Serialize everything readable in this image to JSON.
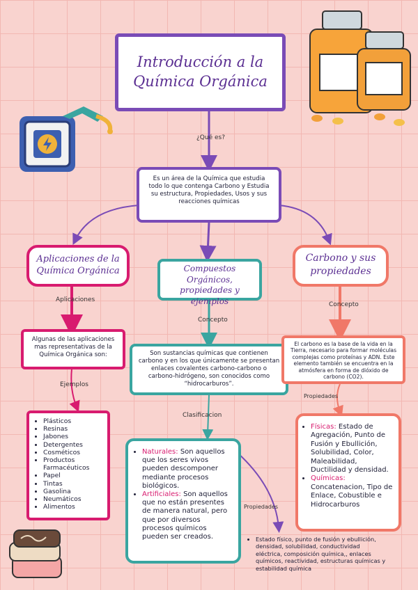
{
  "title": {
    "line1": "Introducción a la",
    "line2": "Química Orgánica"
  },
  "question": "¿Qué es?",
  "definition": "Es un área de la Química que estudia todo lo que contenga Carbono y Estudia su estructura, Propiedades, Usos y sus reacciones químicas",
  "branches": {
    "left": {
      "title": "Aplicaciones de la Química Orgánica",
      "connector1": "Aplicaciones",
      "intro": "Algunas de las aplicaciones mas representativas de la Química Orgánica son:",
      "connector2": "Ejemplos",
      "examples": [
        "Plásticos",
        "Resinas",
        "Jabones",
        "Detergentes",
        "Cosméticos",
        "Productos Farmacéuticos",
        "Papel",
        "Tintas",
        "Gasolina",
        "Neumáticos",
        "Alimentos"
      ]
    },
    "middle": {
      "title": "Compuestos Orgánicos, propiedades y ejemplos",
      "connector1": "Concepto",
      "concept": "Son sustancias químicas que contienen carbono y en los que únicamente se presentan enlaces covalentes carbono-carbono o carbono-hidrógeno, son conocidos como “hidrocarburos”.",
      "connector2": "Clasificacion",
      "naturales_label": "Naturales:",
      "naturales_text": "Son aquellos que los seres vivos pueden descomponer mediante procesos biológicos.",
      "artificiales_label": "Artificiales:",
      "artificiales_text": "Son aquellos que no están presentes de manera natural, pero que por diversos procesos químicos pueden ser creados.",
      "connector3": "Propiedades",
      "properties": "Estado físico, punto de fusión y ebullición, densidad, solubilidad, conductividad eléctrica, composición química,, enlaces químicos, reactividad, estructuras químicas y estabilidad química"
    },
    "right": {
      "title": "Carbono y sus propiedades",
      "connector1": "Concepto",
      "concept": "El carbono es la base de la vida en la Tierra, necesario para formar moléculas complejas como proteínas y ADN. Este elemento también se encuentra en la atmósfera en forma de dióxido de carbono (CO2).",
      "connector2": "Propiedades",
      "fisicas_label": "Físicas:",
      "fisicas_text": "Estado de Agregación, Punto de Fusión y Ebullición, Solubilidad, Color, Maleabilidad, Ductilidad y densidad.",
      "quimicas_label": "Químicas:",
      "quimicas_text": "Concatenacion, Tipo de Enlace, Cobustible e Hidrocarburos"
    }
  },
  "colors": {
    "purple": "#7a4bb6",
    "teal": "#3aa5a0",
    "coral": "#f07868",
    "magenta": "#d81b6f"
  },
  "icons": [
    "fuel-can-icon",
    "pill-bottles-icon",
    "soap-bars-icon"
  ]
}
